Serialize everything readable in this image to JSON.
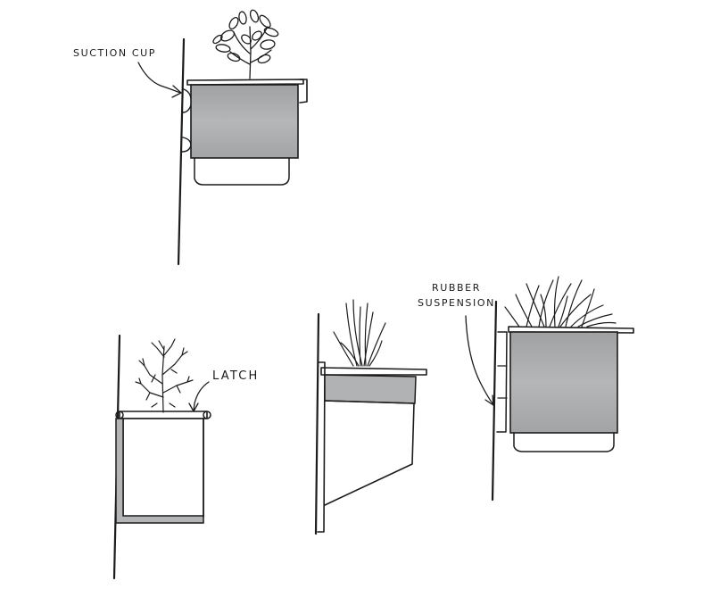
{
  "annotations": {
    "suction_cup": "SUCTION CUP",
    "latch": "LATCH",
    "rubber": "RUBBER",
    "suspension": "SUSPENSION"
  },
  "colors": {
    "ink": "#1c1c1c",
    "planter_gray": "#a9abad",
    "planter_gray_light": "#b6b8ba",
    "tray_fill": "#ffffff",
    "paper": "#ffffff"
  },
  "icons": {
    "plant_1": "leafy-plant-icon",
    "plant_2": "bare-branch-plant-icon",
    "plant_3": "grass-plant-icon",
    "plant_4": "bushy-plant-icon"
  }
}
